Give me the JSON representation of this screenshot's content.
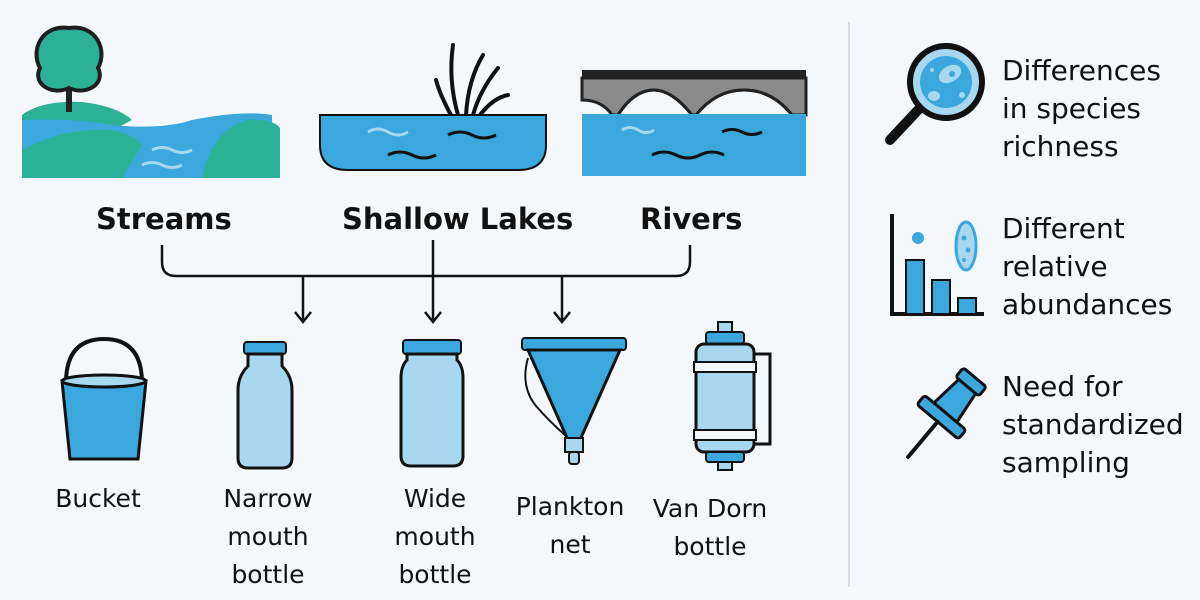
{
  "environments": [
    {
      "label": "Streams"
    },
    {
      "label": "Shallow Lakes"
    },
    {
      "label": "Rivers"
    }
  ],
  "tools": [
    {
      "label": "Bucket",
      "icon": "bucket-icon"
    },
    {
      "label": "Narrow mouth bottle",
      "icon": "narrow-mouth-bottle-icon"
    },
    {
      "label": "Wide mouth bottle",
      "icon": "wide-mouth-bottle-icon"
    },
    {
      "label": "Plankton net",
      "icon": "plankton-net-icon"
    },
    {
      "label": "Van Dorn bottle",
      "icon": "van-dorn-bottle-icon"
    }
  ],
  "issues": [
    {
      "label": "Differences in species richness",
      "icon": "magnifier-icon"
    },
    {
      "label": "Different relative abundances",
      "icon": "bar-chart-icon"
    },
    {
      "label": "Need for standardized sampling",
      "icon": "pushpin-icon"
    }
  ],
  "colors": {
    "water": "#3aa7dd",
    "water_light": "#a7d8ef",
    "green": "#2bb196",
    "outline": "#111111",
    "background": "#f5f8fb"
  }
}
